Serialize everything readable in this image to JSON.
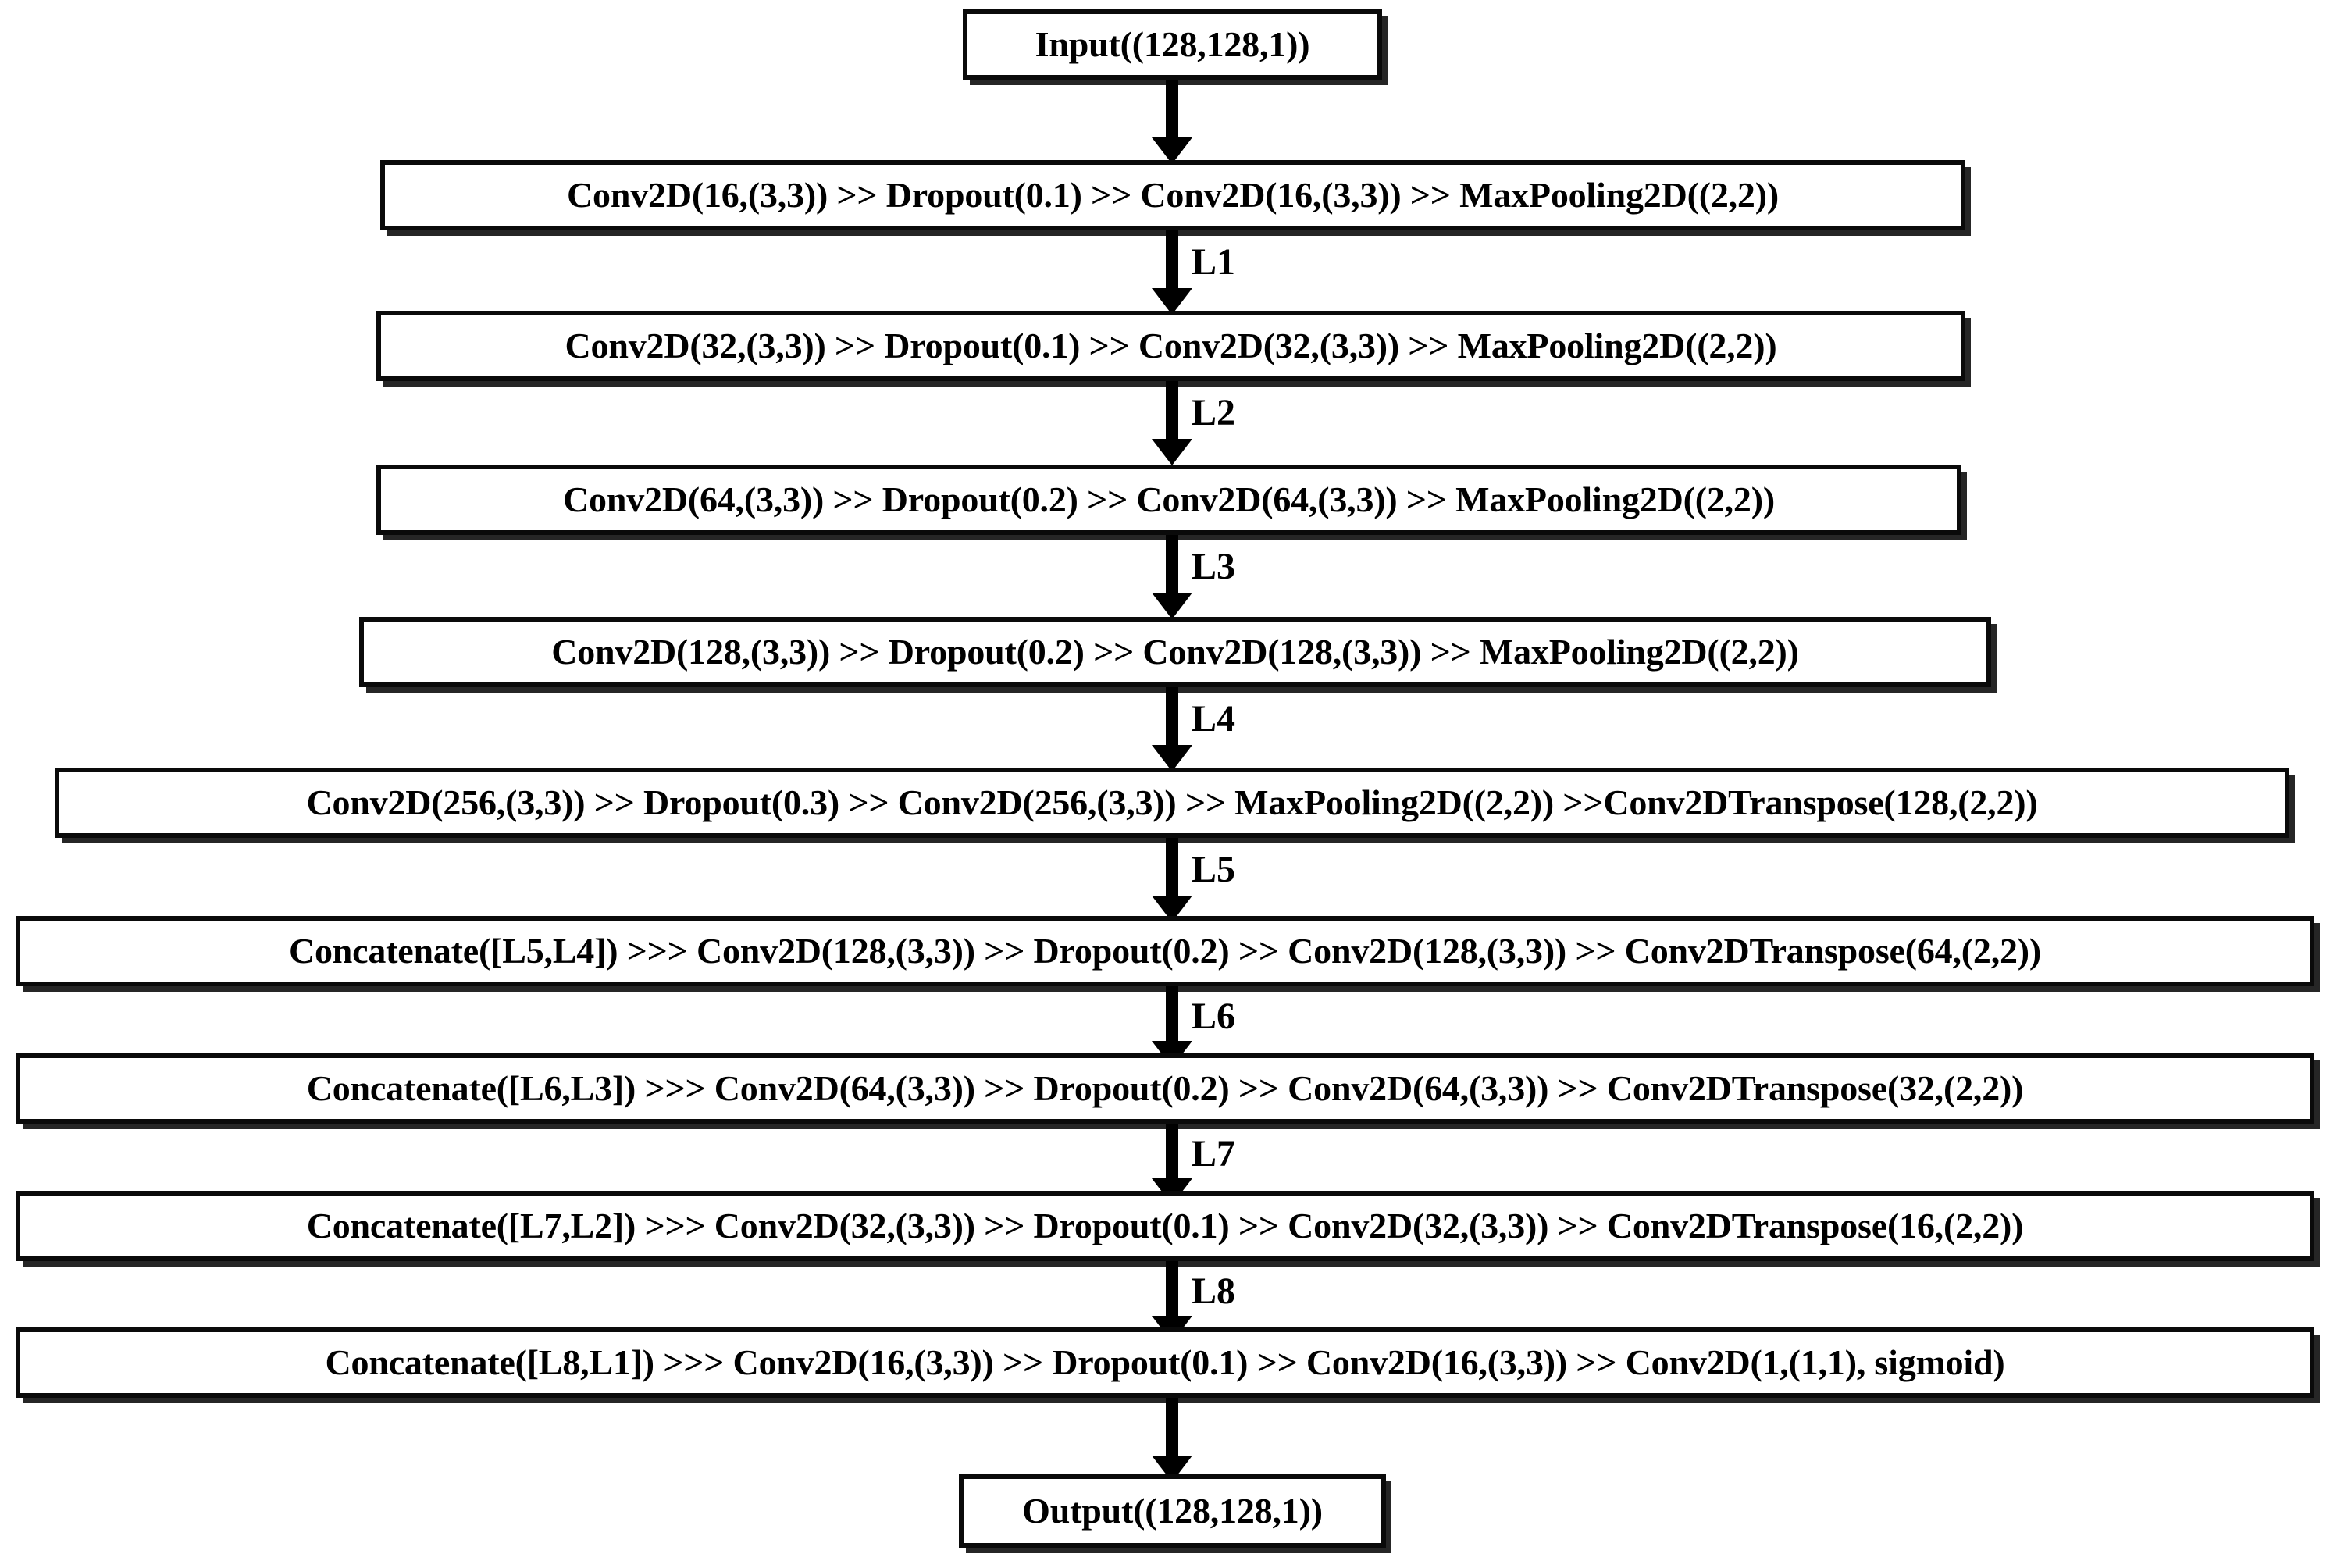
{
  "diagram": {
    "title": "U-Net convolutional neural network architecture block diagram",
    "type": "flowchart",
    "orientation": "top-to-bottom",
    "background_color": "#ffffff",
    "box_border_color": "#000000",
    "box_fill_color": "#ffffff",
    "arrow_color": "#000000"
  },
  "nodes": [
    {
      "id": "input",
      "role": "input",
      "label": "Input((128,128,1))"
    },
    {
      "id": "enc1",
      "role": "encoder",
      "label": "Conv2D(16,(3,3)) >> Dropout(0.1) >> Conv2D(16,(3,3)) >> MaxPooling2D((2,2))"
    },
    {
      "id": "enc2",
      "role": "encoder",
      "label": "Conv2D(32,(3,3)) >> Dropout(0.1) >> Conv2D(32,(3,3)) >> MaxPooling2D((2,2))"
    },
    {
      "id": "enc3",
      "role": "encoder",
      "label": "Conv2D(64,(3,3)) >> Dropout(0.2) >> Conv2D(64,(3,3)) >> MaxPooling2D((2,2))"
    },
    {
      "id": "enc4",
      "role": "encoder",
      "label": "Conv2D(128,(3,3)) >> Dropout(0.2) >> Conv2D(128,(3,3)) >> MaxPooling2D((2,2))"
    },
    {
      "id": "bottleneck",
      "role": "bottleneck",
      "label": "Conv2D(256,(3,3)) >> Dropout(0.3) >> Conv2D(256,(3,3)) >> MaxPooling2D((2,2)) >>Conv2DTranspose(128,(2,2))"
    },
    {
      "id": "dec1",
      "role": "decoder",
      "label": "Concatenate([L5,L4]) >>> Conv2D(128,(3,3)) >> Dropout(0.2) >> Conv2D(128,(3,3)) >> Conv2DTranspose(64,(2,2))"
    },
    {
      "id": "dec2",
      "role": "decoder",
      "label": "Concatenate([L6,L3]) >>> Conv2D(64,(3,3)) >> Dropout(0.2) >> Conv2D(64,(3,3)) >> Conv2DTranspose(32,(2,2))"
    },
    {
      "id": "dec3",
      "role": "decoder",
      "label": "Concatenate([L7,L2]) >>> Conv2D(32,(3,3)) >> Dropout(0.1) >> Conv2D(32,(3,3)) >> Conv2DTranspose(16,(2,2))"
    },
    {
      "id": "dec4",
      "role": "decoder",
      "label": "Concatenate([L8,L1]) >>> Conv2D(16,(3,3)) >> Dropout(0.1) >> Conv2D(16,(3,3)) >> Conv2D(1,(1,1), sigmoid)"
    },
    {
      "id": "output",
      "role": "output",
      "label": "Output((128,128,1))"
    }
  ],
  "connections": [
    {
      "id": "c0",
      "from": "input",
      "to": "enc1",
      "label": ""
    },
    {
      "id": "c1",
      "from": "enc1",
      "to": "enc2",
      "label": "L1"
    },
    {
      "id": "c2",
      "from": "enc2",
      "to": "enc3",
      "label": "L2"
    },
    {
      "id": "c3",
      "from": "enc3",
      "to": "enc4",
      "label": "L3"
    },
    {
      "id": "c4",
      "from": "enc4",
      "to": "bottleneck",
      "label": "L4"
    },
    {
      "id": "c5",
      "from": "bottleneck",
      "to": "dec1",
      "label": "L5"
    },
    {
      "id": "c6",
      "from": "dec1",
      "to": "dec2",
      "label": "L6"
    },
    {
      "id": "c7",
      "from": "dec2",
      "to": "dec3",
      "label": "L7"
    },
    {
      "id": "c8",
      "from": "dec3",
      "to": "dec4",
      "label": "L8"
    },
    {
      "id": "c9",
      "from": "dec4",
      "to": "output",
      "label": ""
    }
  ]
}
